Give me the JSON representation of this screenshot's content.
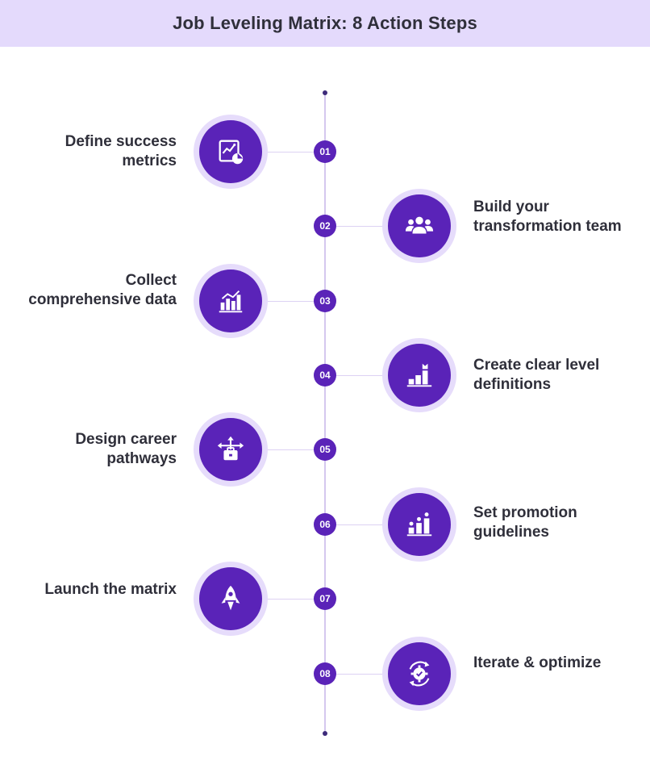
{
  "title": "Job Leveling Matrix: 8 Action Steps",
  "steps": [
    {
      "number": "01",
      "label": "Define success metrics",
      "icon": "analytics-report-icon"
    },
    {
      "number": "02",
      "label": "Build your transformation team",
      "icon": "team-group-icon"
    },
    {
      "number": "03",
      "label": "Collect comprehensive data",
      "icon": "bar-chart-icon"
    },
    {
      "number": "04",
      "label": "Create clear level definitions",
      "icon": "podium-levels-icon"
    },
    {
      "number": "05",
      "label": "Design career pathways",
      "icon": "briefcase-arrows-icon"
    },
    {
      "number": "06",
      "label": "Set promotion guidelines",
      "icon": "people-steps-icon"
    },
    {
      "number": "07",
      "label": "Launch the matrix",
      "icon": "rocket-icon"
    },
    {
      "number": "08",
      "label": "Iterate & optimize",
      "icon": "gear-cycle-icon"
    }
  ],
  "colors": {
    "accent": "#5a23b8",
    "bubble_ring": "#e6dcfb",
    "header_bg": "#e4dafc",
    "text": "#2f2f3a"
  }
}
